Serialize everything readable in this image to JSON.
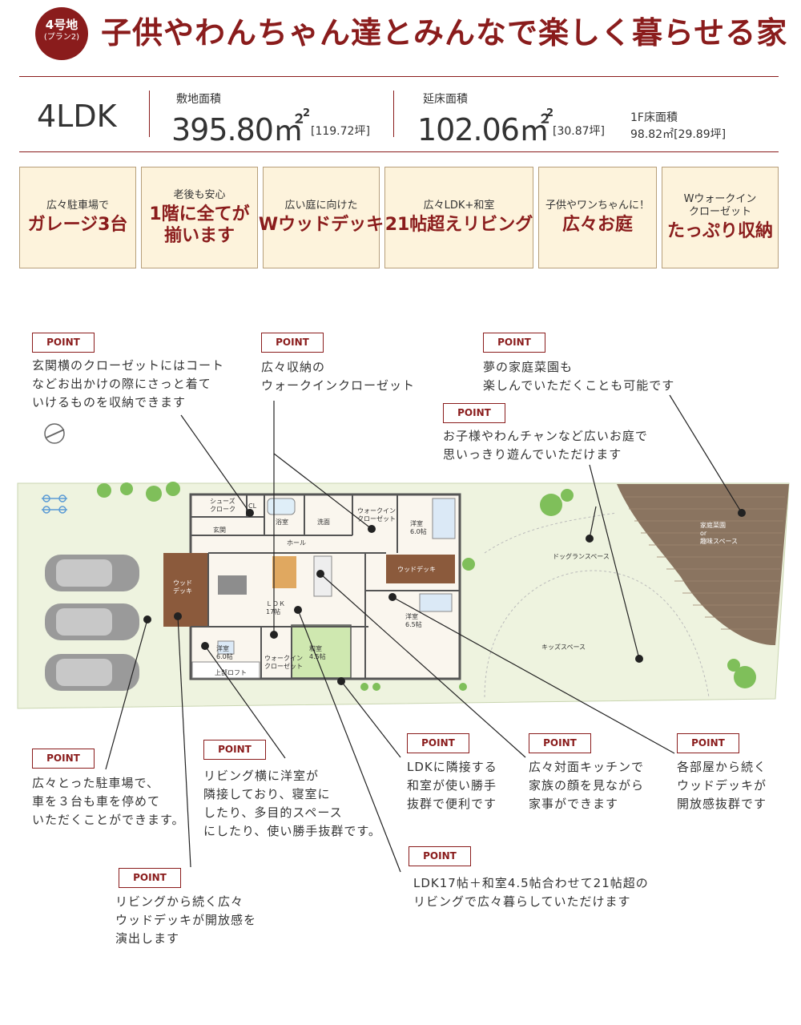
{
  "header": {
    "lot_line1": "4号地",
    "lot_line2": "(プラン2)",
    "title": "子供やわんちゃん達とみんなで楽しく暮らせる家"
  },
  "specs": {
    "layout": "4LDK",
    "site_area_label": "敷地面積",
    "site_area_value": "395.80㎡",
    "site_area_tsubo": "[119.72坪]",
    "floor_area_label": "延床面積",
    "floor_area_value": "102.06㎡",
    "floor_area_tsubo": "[30.87坪]",
    "first_floor_label": "1F床面積",
    "first_floor_value": "98.82㎡[29.89坪]",
    "sup": "2"
  },
  "features": [
    {
      "sub": "広々駐車場で",
      "main": "ガレージ3台"
    },
    {
      "sub": "老後も安心",
      "main": "1階に全てが\n揃います"
    },
    {
      "sub": "広い庭に向けた",
      "main": "Wウッドデッキ"
    },
    {
      "sub": "広々LDK+和室",
      "main": "21帖超えリビング"
    },
    {
      "sub": "子供やワンちゃんに！",
      "main": "広々お庭"
    },
    {
      "sub": "Wウォークイン\nクローゼット",
      "main": "たっぷり収納"
    }
  ],
  "point_label": "POINT",
  "points": [
    {
      "text": "玄関横のクローゼットにはコート\nなどお出かけの際にさっと着て\nいけるものを収納できます"
    },
    {
      "text": "広々収納の\nウォークインクローゼット"
    },
    {
      "text": "夢の家庭菜園も\n楽しんでいただくことも可能です"
    },
    {
      "text": "お子様やわんチャンなど広いお庭で\n思いっきり遊んでいただけます"
    },
    {
      "text": "広々とった駐車場で、\n車を３台も車を停めて\nいただくことができます。"
    },
    {
      "text": "リビング横に洋室が\n隣接しており、寝室に\nしたり、多目的スペース\nにしたり、使い勝手抜群です。"
    },
    {
      "text": "LDKに隣接する\n和室が使い勝手\n抜群で便利です"
    },
    {
      "text": "広々対面キッチンで\n家族の顔を見ながら\n家事ができます"
    },
    {
      "text": "各部屋から続く\nウッドデッキが\n開放感抜群です"
    },
    {
      "text": "リビングから続く広々\nウッドデッキが開放感を\n演出します"
    },
    {
      "text": "LDK17帖＋和室4.5帖合わせて21帖超の\nリビングで広々暮らしていただけます"
    }
  ],
  "plan_labels": {
    "shoes": "シューズ\nクローク",
    "cl": "CL",
    "bath": "浴室",
    "wash": "洗面",
    "wic": "ウォークイン\nクローゼット",
    "room_ne": "洋室\n6.0帖",
    "entrance": "玄関",
    "hall": "ホール",
    "deck_w": "ウッド\nデッキ",
    "deck_e": "ウッドデッキ",
    "ldk": "ＬＤＫ\n17帖",
    "room_se": "洋室\n6.5帖",
    "room_sw": "洋室\n6.0帖",
    "loft": "上部ロフト",
    "wic2": "ウォークイン\nクローゼット",
    "washitsu": "和室\n4.5帖",
    "dogrun": "ドッグランスペース",
    "kids": "キッズスペース",
    "garden": "家庭菜園\nor\n趣味スペース"
  },
  "colors": {
    "accent": "#8a1c1c",
    "feature_bg": "#fdf3dc",
    "lawn": "#eef3df",
    "field": "#8a7460",
    "deck": "#8b5a3c"
  }
}
